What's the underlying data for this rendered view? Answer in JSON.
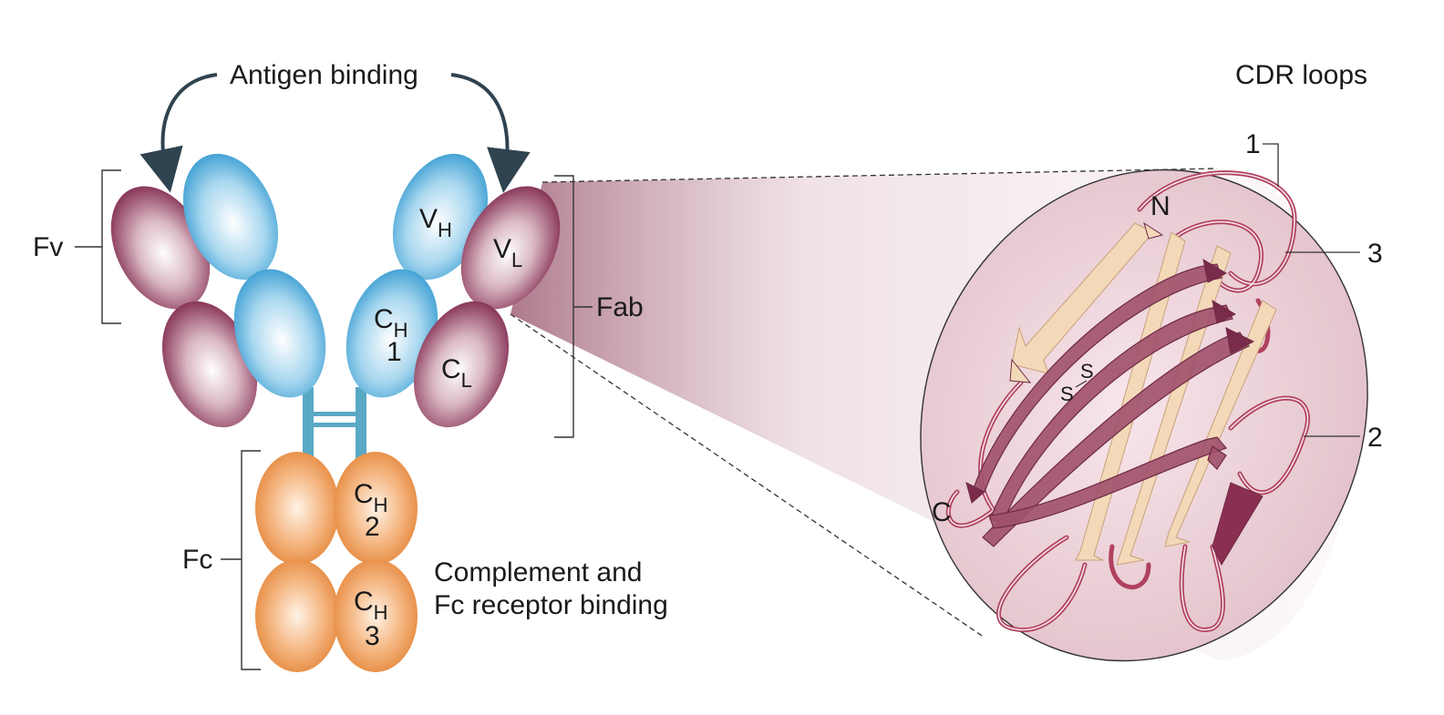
{
  "labels": {
    "antigen_binding": "Antigen binding",
    "fv": "Fv",
    "fab": "Fab",
    "fc": "Fc",
    "complement_line1": "Complement and",
    "complement_line2": "Fc receptor binding",
    "cdr_loops": "CDR loops",
    "cdr1": "1",
    "cdr2": "2",
    "cdr3": "3",
    "n_term": "N",
    "c_term": "C",
    "disulfide_s1": "S",
    "disulfide_s2": "S"
  },
  "domains": {
    "vh": {
      "base": "V",
      "sub": "H"
    },
    "vl": {
      "base": "V",
      "sub": "L"
    },
    "ch1": {
      "base": "C",
      "sub": "H",
      "num": "1"
    },
    "cl": {
      "base": "C",
      "sub": "L"
    },
    "ch2": {
      "base": "C",
      "sub": "H",
      "num": "2"
    },
    "ch3": {
      "base": "C",
      "sub": "H",
      "num": "3"
    }
  },
  "colors": {
    "heavy_chain_variable": "#3aa0d4",
    "light_chain": "#7a1f45",
    "fc_domain": "#e0822f",
    "hinge": "#5aa9c4",
    "cylinder": "#e9cfd3",
    "strand_pink": "#9c4a66",
    "strand_cream": "#f3d9b8",
    "loop": "#b0405e",
    "arrow": "#2f4350"
  }
}
